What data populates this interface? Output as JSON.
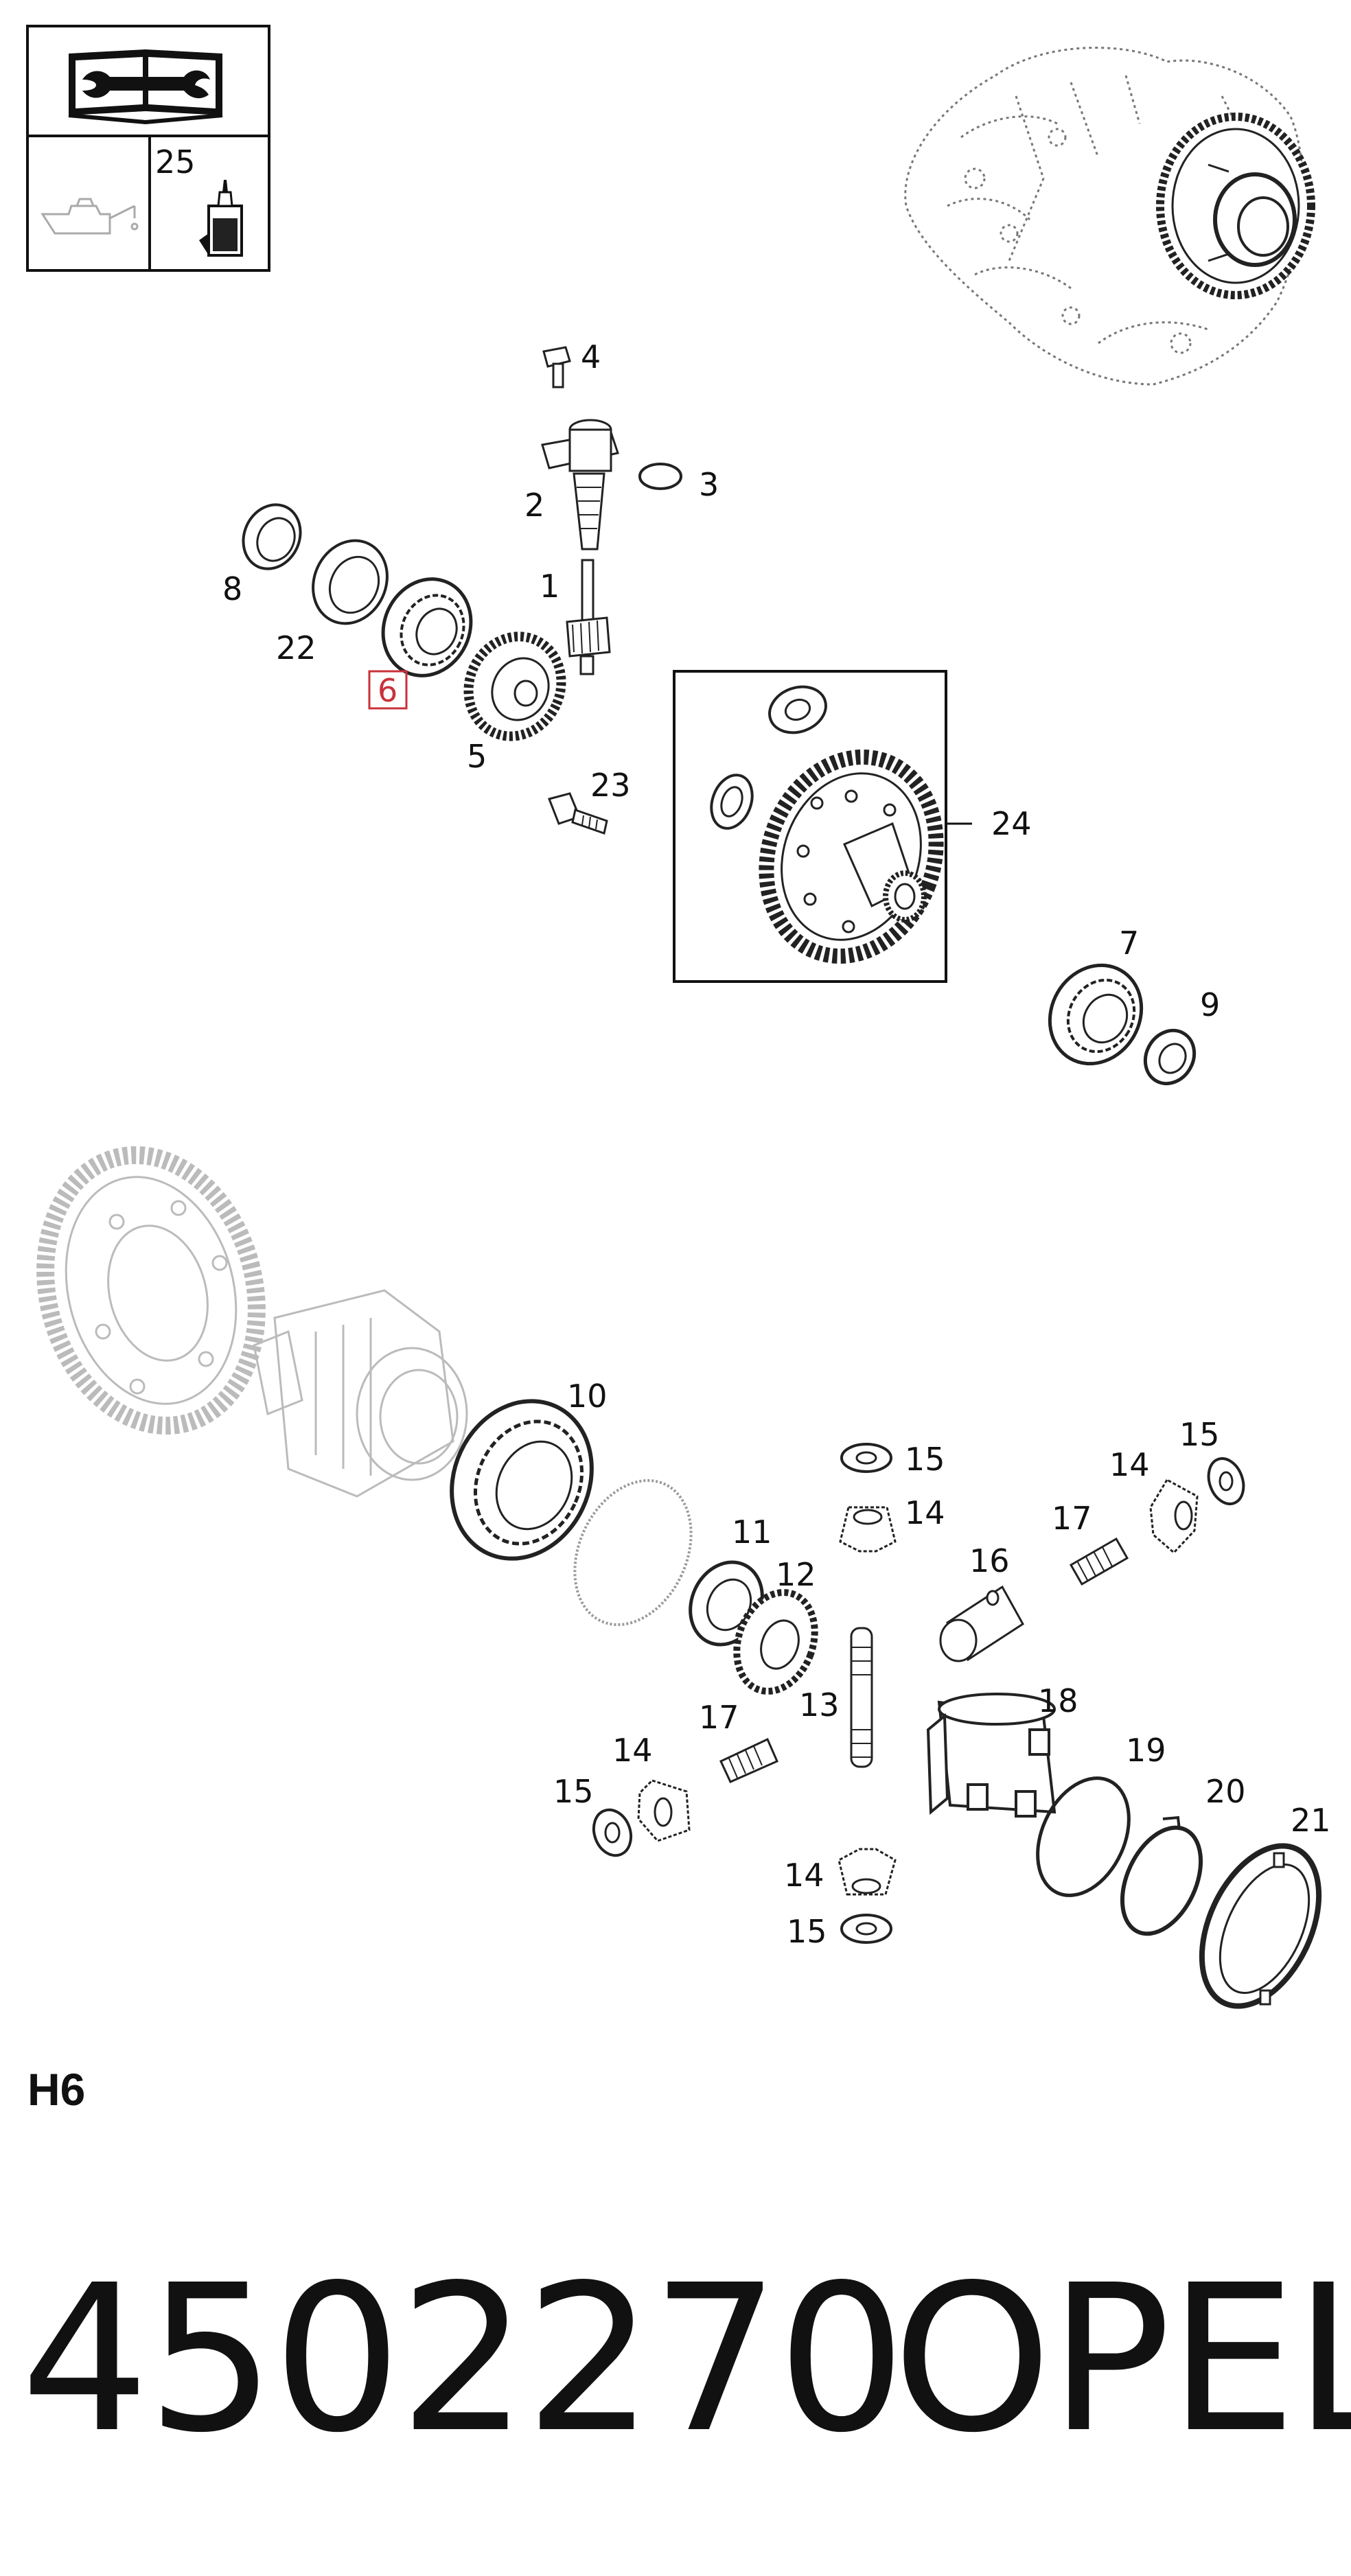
{
  "legend": {
    "tool_icon": "book-wrench-icon",
    "oil_icon": "oil-can-icon",
    "sealant_icon": "sealant-tube-icon",
    "sealant_number": "25"
  },
  "callouts": {
    "c1": "1",
    "c2": "2",
    "c3": "3",
    "c4": "4",
    "c5": "5",
    "c6": "6",
    "c7": "7",
    "c8": "8",
    "c9": "9",
    "c10": "10",
    "c11": "11",
    "c12": "12",
    "c13": "13",
    "c14": "14",
    "c15": "15",
    "c16": "16",
    "c17": "17",
    "c18": "18",
    "c19": "19",
    "c20": "20",
    "c21": "21",
    "c22": "22",
    "c23": "23",
    "c24": "24"
  },
  "highlight_color": "#c8323a",
  "section_code": "H6",
  "part_number": "4502270",
  "brand": "OPEL"
}
